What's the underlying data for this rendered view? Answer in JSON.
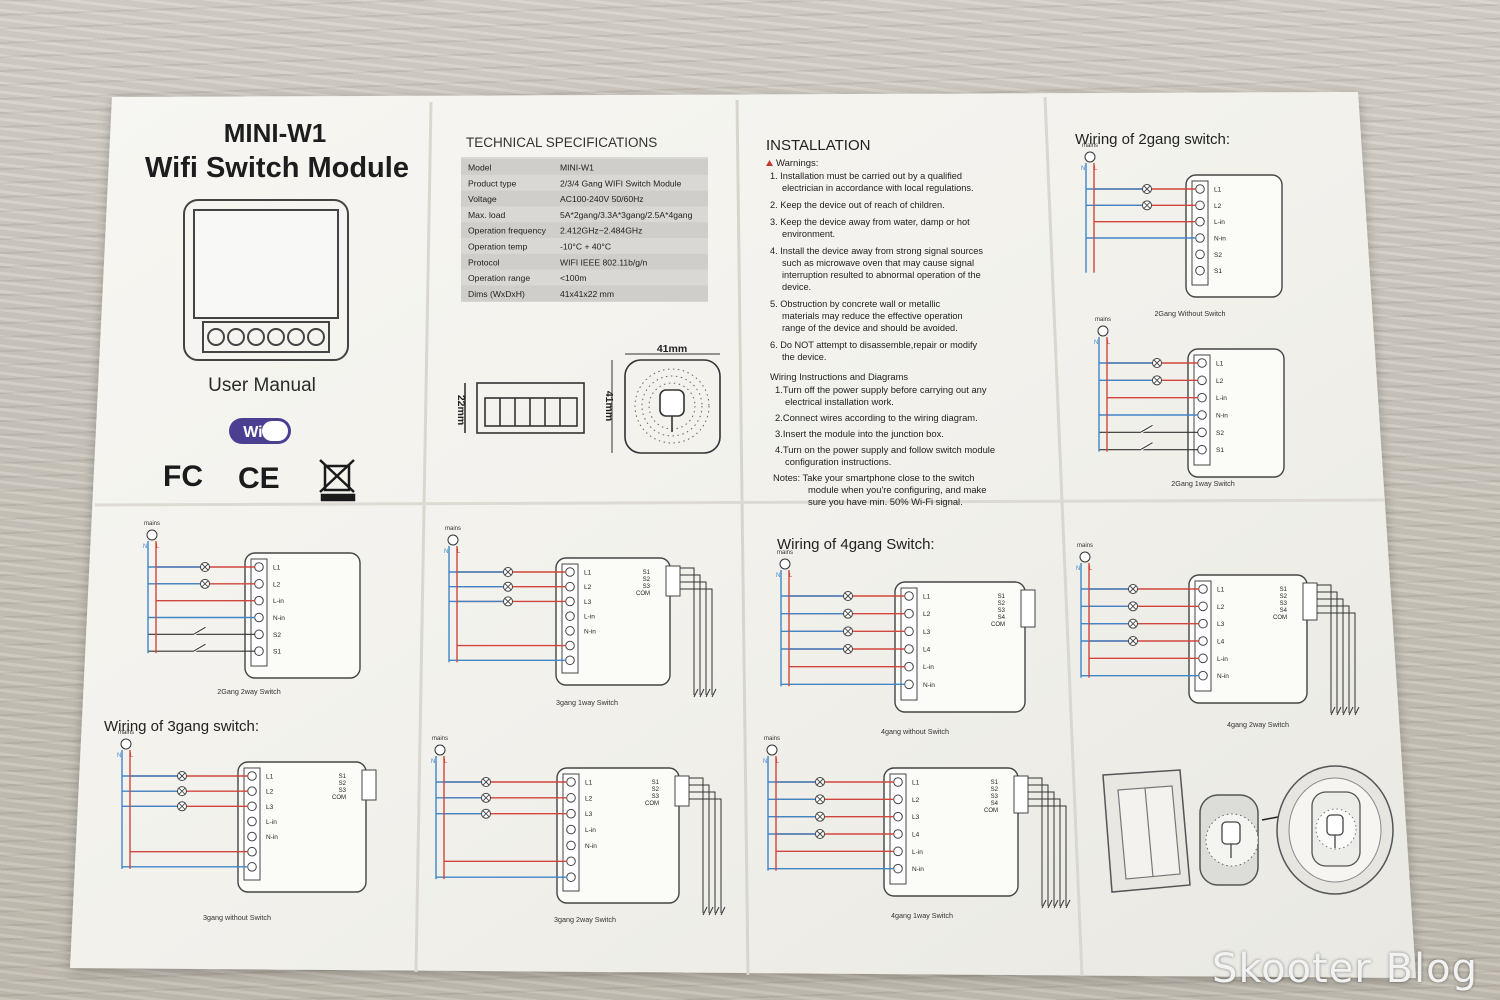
{
  "cover": {
    "model": "MINI-W1",
    "title": "Wifi Switch Module",
    "user_manual": "User Manual",
    "wifi_badge": "WiFi",
    "marks": [
      "FC",
      "CE"
    ],
    "icons": [
      "switch-device-icon",
      "wifi-logo-icon",
      "fcc-logo-icon",
      "ce-mark-icon",
      "weee-bin-icon"
    ]
  },
  "specs": {
    "heading": "TECHNICAL SPECIFICATIONS",
    "rows": [
      {
        "label": "Model",
        "value": "MINI-W1"
      },
      {
        "label": "Product type",
        "value": "2/3/4 Gang WIFI Switch Module"
      },
      {
        "label": "Voltage",
        "value": "AC100-240V 50/60Hz"
      },
      {
        "label": "Max. load",
        "value": "5A*2gang/3.3A*3gang/2.5A*4gang"
      },
      {
        "label": "Operation frequency",
        "value": "2.412GHz~2.484GHz"
      },
      {
        "label": "Operation temp",
        "value": "-10°C + 40°C"
      },
      {
        "label": "Protocol",
        "value": "WIFI IEEE 802.11b/g/n"
      },
      {
        "label": "Operation range",
        "value": "<100m"
      },
      {
        "label": "Dims (WxDxH)",
        "value": "41x41x22 mm"
      }
    ],
    "dim_width": "41mm",
    "dim_height": "41mm",
    "dim_depth": "22mm"
  },
  "installation": {
    "heading": "INSTALLATION",
    "warnings_label": "Warnings:",
    "warnings": [
      "1. Installation must be carried out by a qualified",
      "electrician in accordance with local regulations.",
      "2. Keep the device out of reach of children.",
      "3. Keep the device away from water, damp or hot",
      "environment.",
      "4. Install the device away from strong signal sources",
      "such as microwave oven that may cause signal",
      "interruption resulted to abnormal operation of the",
      "device.",
      "5. Obstruction by concrete wall or metallic",
      "materials may reduce the effective operation",
      "range of the device and should be avoided.",
      "6. Do NOT attempt to disassemble,repair or modify",
      "the device."
    ],
    "wiring_heading": "Wiring Instructions and Diagrams",
    "steps": [
      "1.Turn off the power supply before carrying out any",
      "electrical installation work.",
      "2.Connect wires according to the wiring diagram.",
      "3.Insert the module into the junction box.",
      "4.Turn on the power supply and follow switch module",
      "configuration instructions."
    ],
    "notes": [
      "Notes: Take your smartphone close to the switch",
      "module when you're configuring, and make",
      "sure you have min. 50% Wi-Fi signal."
    ]
  },
  "section_titles": {
    "two_gang": "Wiring of 2gang switch:",
    "three_gang": "Wiring of 3gang switch:",
    "four_gang": "Wiring of 4gang Switch:"
  },
  "labels": {
    "mains": "mains",
    "N": "N",
    "L": "L",
    "two_gang_terms": [
      "L1",
      "L2",
      "L-in",
      "N-in",
      "S2",
      "S1"
    ],
    "three_gang_terms": [
      "L1",
      "L2",
      "L3",
      "L-in",
      "N-in"
    ],
    "three_gang_s": [
      "S1",
      "S2",
      "S3",
      "COM"
    ],
    "four_gang_terms": [
      "L1",
      "L2",
      "L3",
      "L4",
      "L-in",
      "N-in"
    ],
    "four_gang_s": [
      "S1",
      "S2",
      "S3",
      "S4",
      "COM"
    ]
  },
  "captions": {
    "two_gang_without": "2Gang Without Switch",
    "two_gang_1way": "2Gang 1way Switch",
    "two_gang_2way": "2Gang 2way Switch",
    "three_gang_1way": "3gang 1way Switch",
    "three_gang_without": "3gang without Switch",
    "three_gang_2way": "3gang 2way Switch",
    "four_gang_without": "4gang without Switch",
    "four_gang_2way": "4gang 2way Switch",
    "four_gang_1way": "4gang 1way Switch"
  },
  "install_picture_icons": [
    "wall-switch-icon",
    "module-icon",
    "junction-box-icon"
  ],
  "watermark": "Skooter Blog",
  "colors": {
    "paper": "#f4f3ef",
    "live": "#d0463c",
    "neutral": "#3f86c8",
    "ink": "#222222",
    "table": "#c9c4ba"
  }
}
